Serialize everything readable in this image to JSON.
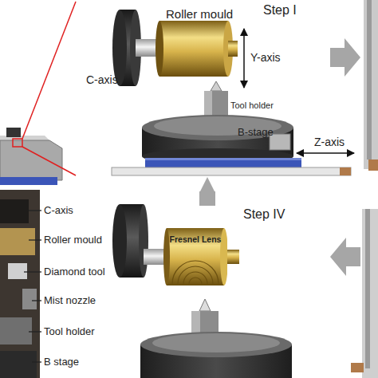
{
  "diagram": {
    "nodes": [
      {
        "text": [
          "Step I"
        ]
      },
      {
        "text": [
          "Step IV"
        ]
      },
      {
        "text": [
          "Fresnel Lens"
        ],
        "in": 1
      }
    ],
    "edges": [
      {
        "from": 1,
        "to": 0,
        "arrow": "to"
      }
    ],
    "labels": [
      "Roller mould",
      "Y-axis",
      "C-axis",
      "Tool holder",
      "B-stage",
      "Z-axis",
      "C-axis",
      "Roller mould",
      "Diamond tool",
      "Mist nozzle",
      "Tool holder",
      "B stage"
    ]
  }
}
